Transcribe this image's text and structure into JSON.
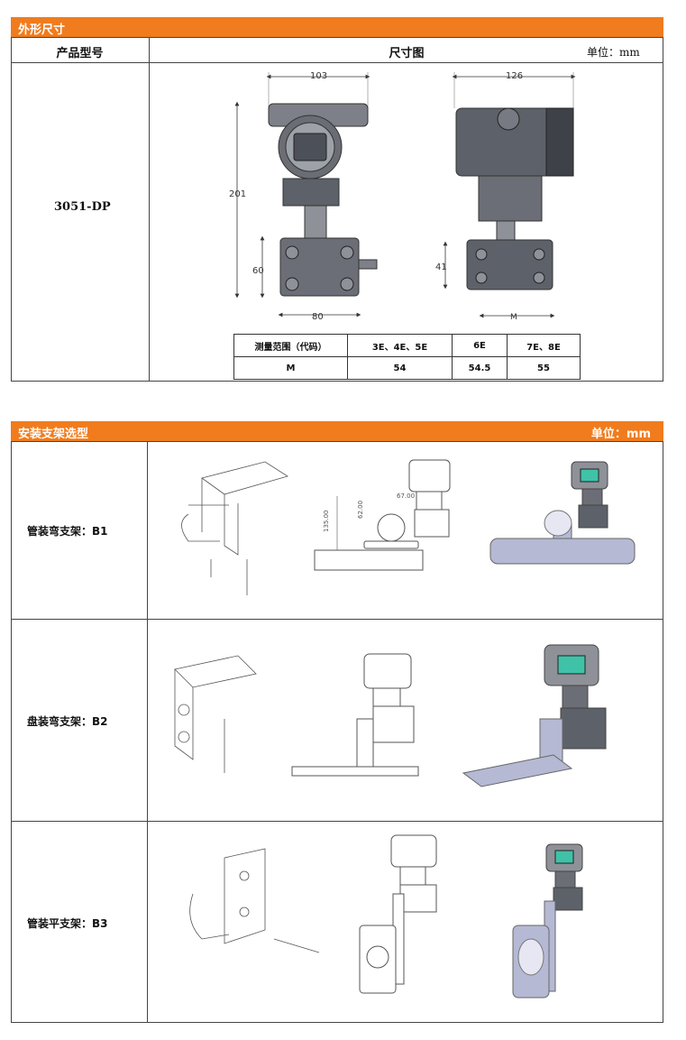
{
  "section1": {
    "title": "外形尺寸",
    "col_model": "产品型号",
    "col_drawing": "尺寸图",
    "unit": "单位：mm",
    "model": "3051-DP",
    "dims": {
      "front_width": "103",
      "side_width": "126",
      "height": "201",
      "lower_height": "60",
      "bottom_width": "80",
      "side_lower": "41",
      "side_m": "M"
    },
    "table": {
      "header": [
        "测量范围（代码）",
        "3E、4E、5E",
        "6E",
        "7E、8E"
      ],
      "row": [
        "M",
        "54",
        "54.5",
        "55"
      ]
    }
  },
  "section2": {
    "title": "安装支架选型",
    "unit": "单位：mm",
    "rows": [
      {
        "label": "管装弯支架：B1",
        "dim_a": "135.00",
        "dim_b": "67.00",
        "dim_c": "62.00"
      },
      {
        "label": "盘装弯支架：B2"
      },
      {
        "label": "管装平支架：B3"
      }
    ]
  },
  "colors": {
    "header_bg": "#f07c1e",
    "device_dark": "#5d6169",
    "device_mid": "#8e9198",
    "bracket": "#b5b9d4",
    "screen": "#3fc2a8"
  }
}
